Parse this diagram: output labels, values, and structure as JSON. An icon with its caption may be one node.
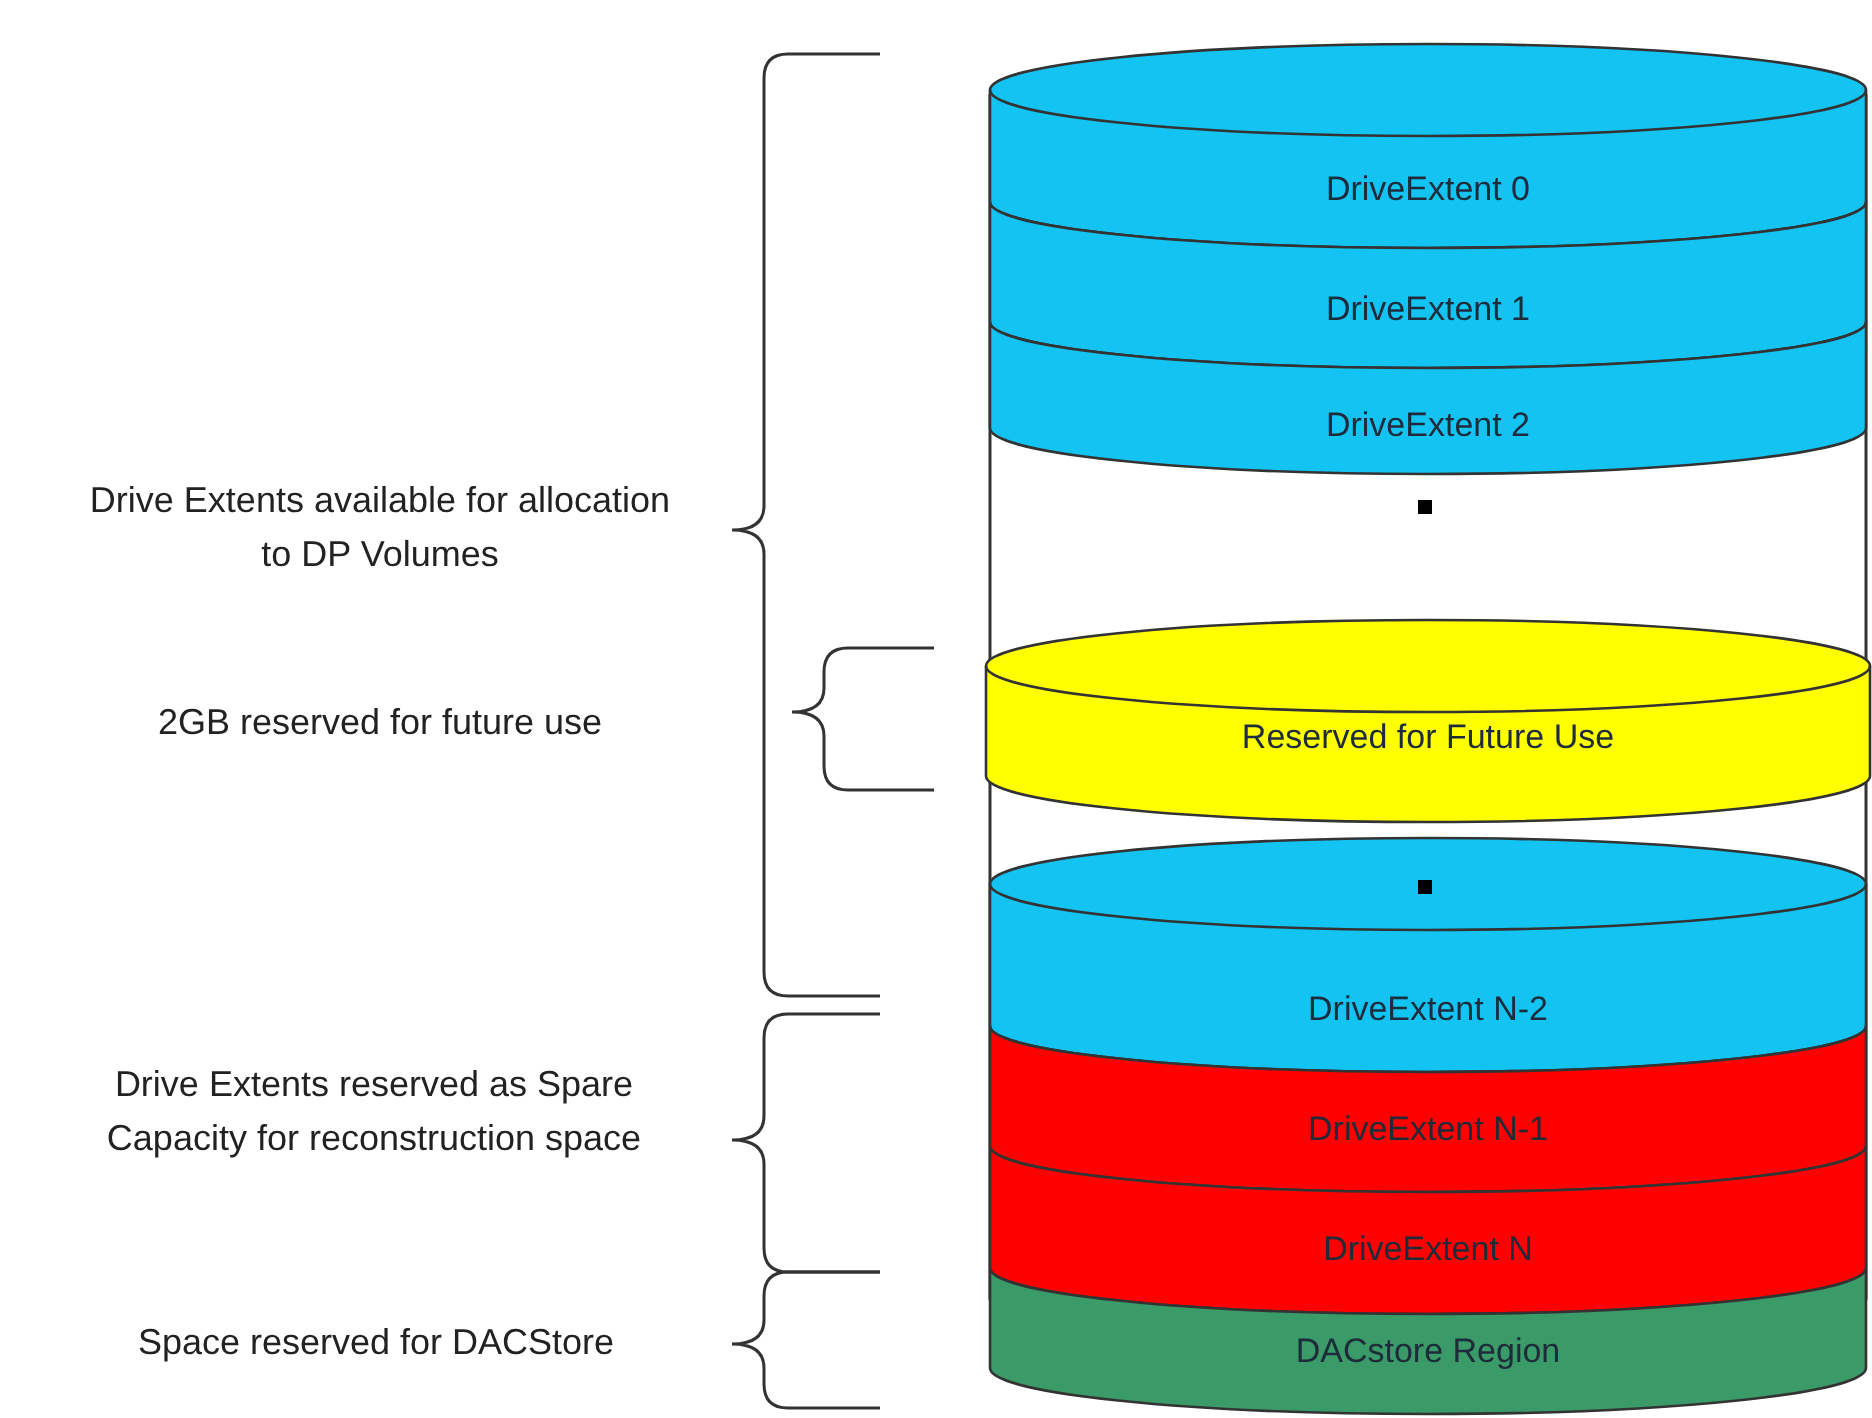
{
  "diagram": {
    "nodes": [
      {
        "text": [
          "DriveExtent 0"
        ]
      },
      {
        "text": [
          "DriveExtent 1"
        ]
      },
      {
        "text": [
          "DriveExtent 2"
        ]
      },
      {
        "text": [
          "Reserved for Future Use"
        ]
      },
      {
        "text": [
          "DriveExtent N-2"
        ]
      },
      {
        "text": [
          "DriveExtent N-1"
        ]
      },
      {
        "text": [
          "DriveExtent N"
        ]
      },
      {
        "text": [
          "DACstore Region"
        ]
      }
    ],
    "labels": [
      "Drive Extents available for allocation to DP Volumes",
      "2GB reserved for future use",
      "Drive Extents reserved as Spare Capacity for reconstruction space",
      "Space reserved for DACStore"
    ]
  }
}
